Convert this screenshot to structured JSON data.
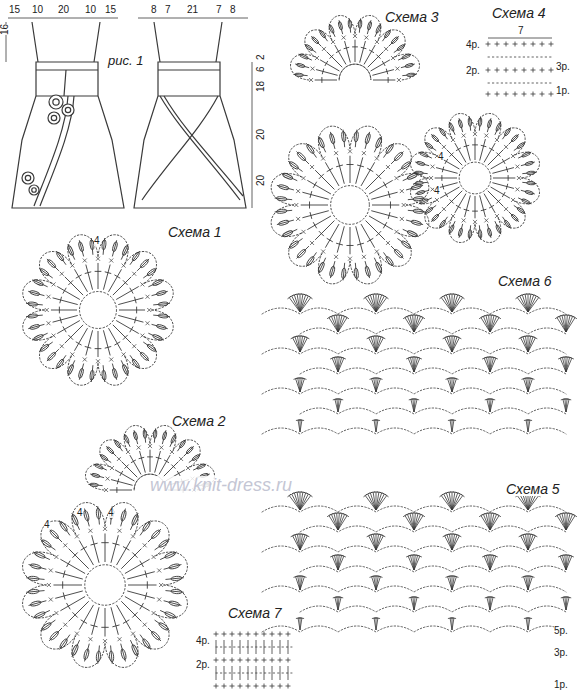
{
  "diagram": {
    "labels": [
      "15",
      "10",
      "20",
      "10",
      "15",
      "8",
      "7",
      "21",
      "7",
      "8",
      "16",
      "рис. 1",
      "2",
      "6",
      "18",
      "20",
      "20",
      "Схема 3",
      "Схема 4",
      "4р.",
      "7",
      "3р.",
      "2р.",
      "1р.",
      "4",
      "4",
      "Схема 1",
      "4",
      "Схема 6",
      "Схема 2",
      "www.knit-dress.ru",
      "4",
      "4",
      "4",
      "Схема 5",
      "Схема 7",
      "5р.",
      "4р.",
      "3р.",
      "2р.",
      "1р."
    ]
  }
}
